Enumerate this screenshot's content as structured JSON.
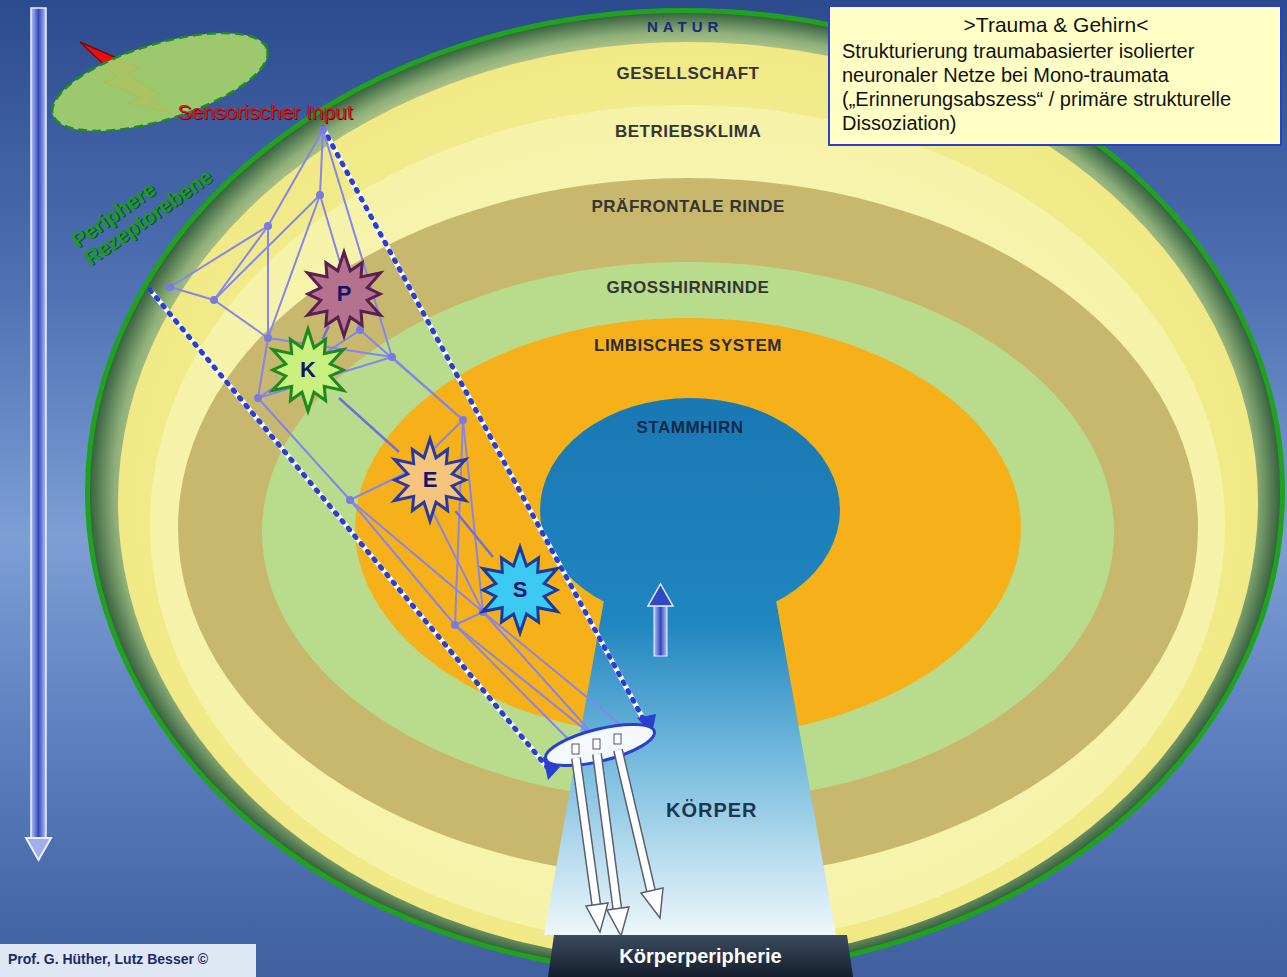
{
  "diagram": {
    "nodes": [
      {
        "text": [
          ">Trauma & Gehirn<",
          "Strukturierung traumabasierter isolierter neuronaler Netze bei Mono-traumata („Erinnerungsabszess“ / primäre strukturelle Dissoziation)"
        ]
      },
      {
        "text": [
          "NATUR"
        ]
      },
      {
        "text": [
          "GESELLSCHAFT"
        ],
        "in": 1
      },
      {
        "text": [
          "BETRIEBSKLIMA"
        ],
        "in": 2
      },
      {
        "text": [
          "PRÄFRONTALE RINDE"
        ],
        "in": 3
      },
      {
        "text": [
          "GROSSHIRNRINDE"
        ],
        "in": 4
      },
      {
        "text": [
          "LIMBISCHES SYSTEM"
        ],
        "in": 5
      },
      {
        "text": [
          "STAMMHIRN"
        ],
        "in": 6
      },
      {
        "text": [
          "Körperperipherie"
        ],
        "in": 1
      },
      {
        "text": [
          "Periphere Rezeptorebene"
        ]
      },
      {
        "text": [
          "P"
        ]
      },
      {
        "text": [
          "K"
        ]
      },
      {
        "text": [
          "E"
        ]
      },
      {
        "text": [
          "S"
        ]
      }
    ],
    "edges": [
      {
        "from": 10,
        "to": 11,
        "arrow": "none"
      },
      {
        "from": 11,
        "to": 12,
        "arrow": "none"
      },
      {
        "from": 12,
        "to": 13,
        "arrow": "none"
      }
    ],
    "labels": [
      "Sensorischer Input",
      "KÖRPER",
      "Prof. G. Hüther, Lutz Besser ©"
    ]
  }
}
